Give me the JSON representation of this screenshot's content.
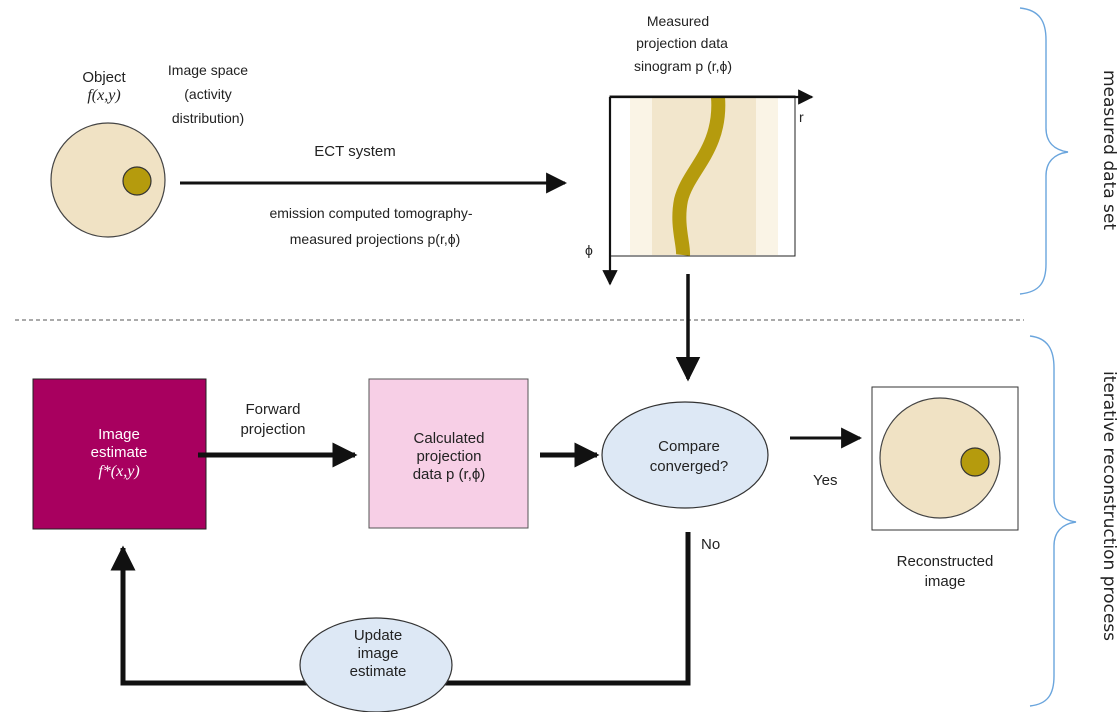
{
  "colors": {
    "object_fill": "#f0e2c4",
    "activity_spot": "#b59b0d",
    "sinogram_band": "#f2e6cc",
    "sinogram_outer": "#faf4e6",
    "image_estimate_fill": "#a8005f",
    "calculated_fill": "#f7cfe6",
    "ellipse_fill": "#dde8f5",
    "brace": "#6aa5dd",
    "divider": "#777777",
    "arrow": "#111111"
  },
  "top": {
    "object_label": "Object",
    "object_func": "f(x,y)",
    "image_space_lines": [
      "Image space",
      "(activity",
      "distribution)"
    ],
    "ect_system": "ECT system",
    "ect_desc_line1": "emission computed tomography-",
    "ect_desc_line2": "measured projections p(r,ϕ)",
    "sinogram_title_lines": [
      "Measured",
      "projection data"
    ],
    "sinogram_title_line3": "sinogram p (r,ϕ)",
    "axis_r": "r",
    "axis_phi": "ϕ"
  },
  "bottom": {
    "image_estimate_lines": [
      "Image",
      "estimate"
    ],
    "image_estimate_func": "f*(x,y)",
    "forward_projection_lines": [
      "Forward",
      "projection"
    ],
    "calculated_lines": [
      "Calculated",
      "projection"
    ],
    "calculated_line3": "data p (r,ϕ)",
    "compare_lines": [
      "Compare",
      "converged?"
    ],
    "yes": "Yes",
    "no": "No",
    "update_lines": [
      "Update",
      "image",
      "estimate"
    ],
    "reconstructed_lines": [
      "Reconstructed",
      "image"
    ]
  },
  "side_labels": {
    "measured": "measured data set",
    "iterative": "iterative reconstruction process"
  }
}
